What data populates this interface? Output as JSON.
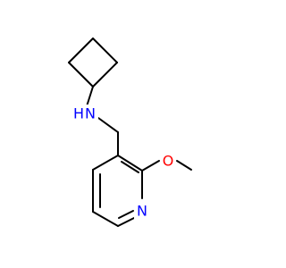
{
  "molecule": {
    "atoms": {
      "amine_nitrogen": {
        "symbol": "N",
        "hydrogen": "H",
        "color": "#0000ff"
      },
      "ether_oxygen": {
        "symbol": "O",
        "color": "#ff0000"
      },
      "ring_nitrogen": {
        "symbol": "N",
        "color": "#0000ff"
      }
    },
    "bond_color": "#000000",
    "background": "#ffffff"
  }
}
